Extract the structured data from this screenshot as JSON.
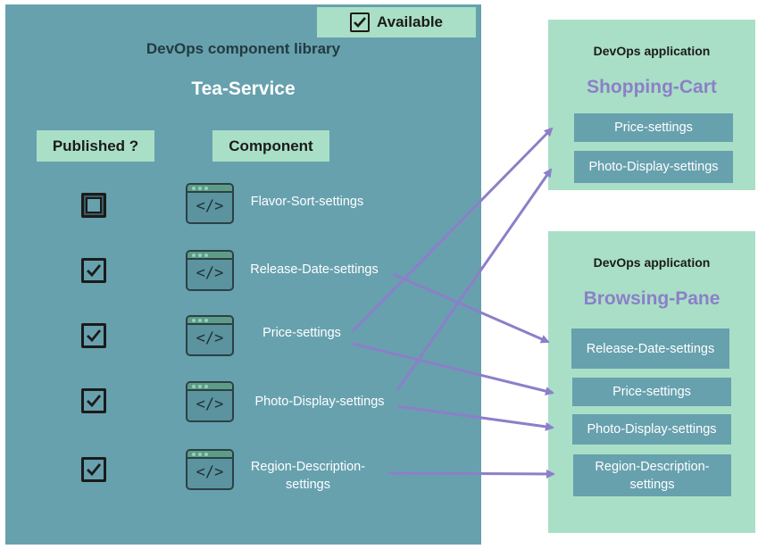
{
  "legend": {
    "label": "Available"
  },
  "library": {
    "title": "DevOps component library",
    "service": "Tea-Service",
    "col_published": "Published ?",
    "col_component": "Component",
    "icon_code": "</>",
    "components": [
      {
        "label": "Flavor-Sort-settings",
        "published": false
      },
      {
        "label": "Release-Date-settings",
        "published": true
      },
      {
        "label": "Price-settings",
        "published": true
      },
      {
        "label": "Photo-Display-settings",
        "published": true
      },
      {
        "label": "Region-Description-settings",
        "published": true
      }
    ]
  },
  "apps": [
    {
      "label": "DevOps application",
      "name": "Shopping-Cart",
      "items": [
        "Price-settings",
        "Photo-Display-settings"
      ]
    },
    {
      "label": "DevOps application",
      "name": "Browsing-Pane",
      "items": [
        "Release-Date-settings",
        "Price-settings",
        "Photo-Display-settings",
        "Region-Description-settings"
      ]
    }
  ],
  "colors": {
    "arrow": "#8c7fc8",
    "library": "#67a1ae",
    "app": "#a9dfc6"
  }
}
